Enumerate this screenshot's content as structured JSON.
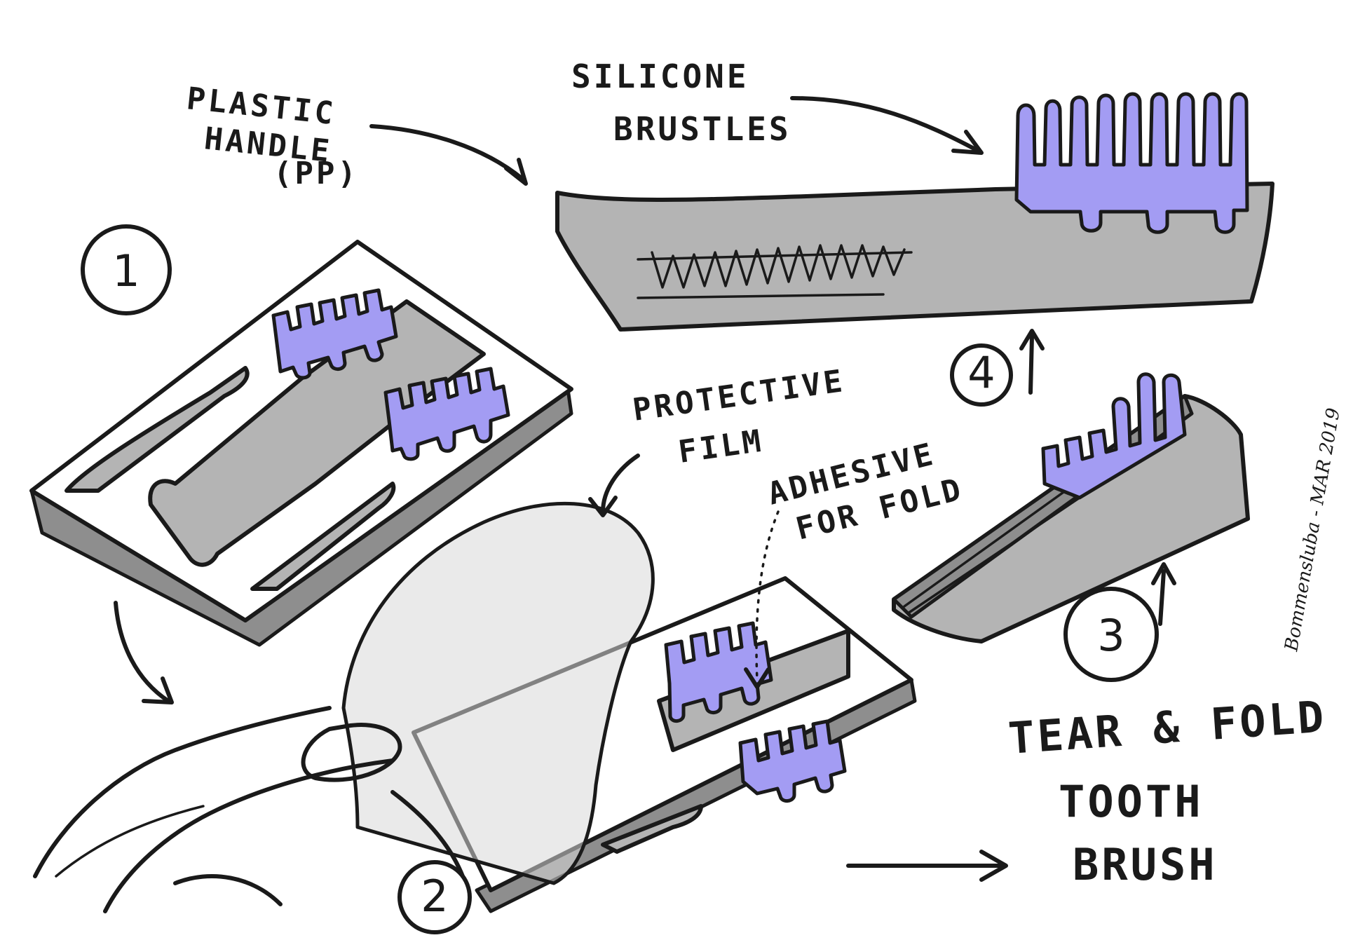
{
  "labels": {
    "plastic_handle": [
      "PLASTIC",
      "HANDLE",
      "(PP)"
    ],
    "silicone_bristles": [
      "SILICONE",
      "BRUSTLES"
    ],
    "protective_film": [
      "PROTECTIVE",
      "FILM"
    ],
    "adhesive": [
      "ADHESIVE",
      "FOR FOLD"
    ],
    "title": [
      "TEAR & FOLD",
      "TOOTH",
      "BRUSH"
    ]
  },
  "steps": [
    "1",
    "2",
    "3",
    "4"
  ],
  "signature": "Bommensluba - MAR 2019",
  "colors": {
    "handle_grey": "#b4b4b4",
    "bristle_violet": "#a39cf3",
    "ink": "#1a1a1a"
  },
  "icons": [
    "arrow-icon",
    "hand-icon"
  ]
}
